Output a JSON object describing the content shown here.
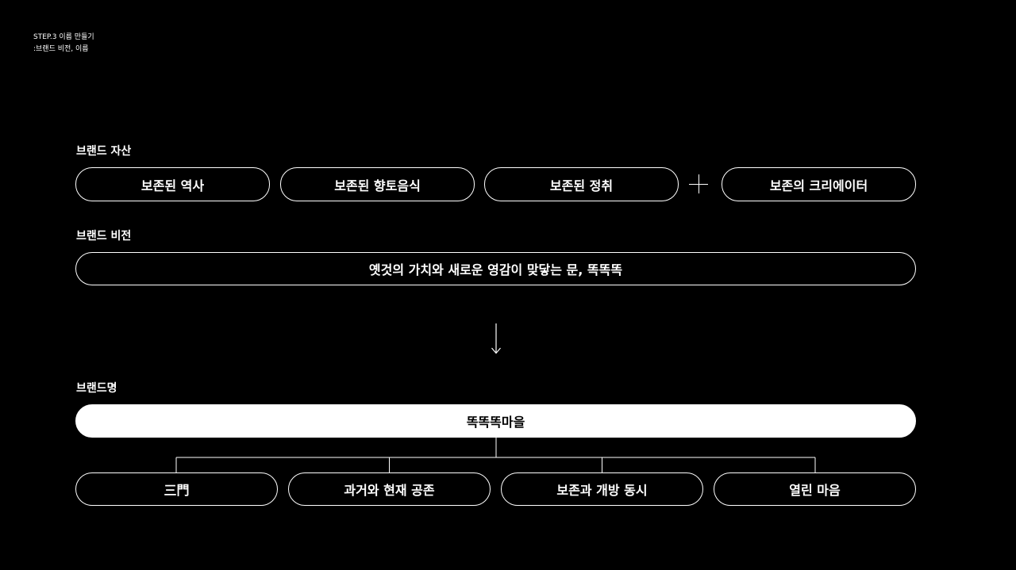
{
  "header": {
    "step_line1": "STEP.3 이름 만들기",
    "step_line2": ":브랜드 비전, 이름"
  },
  "brand_assets": {
    "label": "브랜드 자산",
    "items": [
      "보존된 역사",
      "보존된 향토음식",
      "보존된 정취",
      "보존의 크리에이터"
    ]
  },
  "brand_vision": {
    "label": "브랜드 비전",
    "text": "옛것의 가치와 새로운 영감이 맞닿는 문, 똑똑똑"
  },
  "brand_name": {
    "label": "브랜드명",
    "name": "똑똑똑마을",
    "meanings": [
      "三門",
      "과거와 현재 공존",
      "보존과 개방 동시",
      "열린 마음"
    ]
  },
  "colors": {
    "background": "#000000",
    "foreground": "#ffffff"
  },
  "icons": {
    "plus": "plus-icon",
    "arrow": "arrow-down-icon"
  }
}
